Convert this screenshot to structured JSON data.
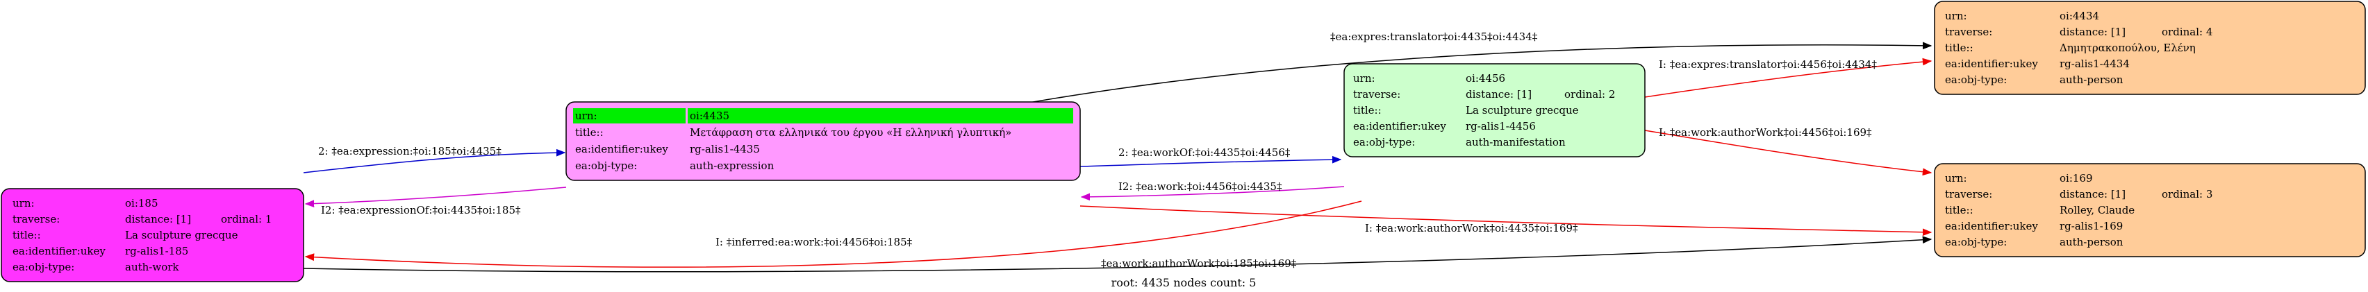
{
  "footer": "root: 4435 nodes count: 5",
  "colors": {
    "work": "#ff33ff",
    "expression": "#ff99ff",
    "manifestation": "#ccffcc",
    "person": "#ffcc99",
    "root_highlight": "#00ee00",
    "edge_blue": "#0000cc",
    "edge_magenta": "#cc00cc",
    "edge_red": "#ee0000",
    "edge_black": "#000000"
  },
  "nodes": {
    "n185": {
      "rows": [
        {
          "key": "urn:",
          "value": "oi:185"
        },
        {
          "key": "traverse:",
          "value": "distance: [1]",
          "extra": "ordinal: 1"
        },
        {
          "key": "title::",
          "value": "La sculpture grecque"
        },
        {
          "key": "ea:identifier:ukey",
          "value": "rg-alis1-185"
        },
        {
          "key": "ea:obj-type:",
          "value": "auth-work"
        }
      ]
    },
    "n4435": {
      "rows": [
        {
          "key": "urn:",
          "value": "oi:4435"
        },
        {
          "key": "title::",
          "value": "Μετάφραση στα ελληνικά του έργου «Η ελληνική γλυπτική»"
        },
        {
          "key": "ea:identifier:ukey",
          "value": "rg-alis1-4435"
        },
        {
          "key": "ea:obj-type:",
          "value": "auth-expression"
        }
      ]
    },
    "n4456": {
      "rows": [
        {
          "key": "urn:",
          "value": "oi:4456"
        },
        {
          "key": "traverse:",
          "value": "distance: [1]",
          "extra": "ordinal: 2"
        },
        {
          "key": "title::",
          "value": "La sculpture grecque"
        },
        {
          "key": "ea:identifier:ukey",
          "value": "rg-alis1-4456"
        },
        {
          "key": "ea:obj-type:",
          "value": "auth-manifestation"
        }
      ]
    },
    "n4434": {
      "rows": [
        {
          "key": "urn:",
          "value": "oi:4434"
        },
        {
          "key": "traverse:",
          "value": "distance: [1]",
          "extra": "ordinal: 4"
        },
        {
          "key": "title::",
          "value": "Δημητρακοπούλου, Ελένη"
        },
        {
          "key": "ea:identifier:ukey",
          "value": "rg-alis1-4434"
        },
        {
          "key": "ea:obj-type:",
          "value": "auth-person"
        }
      ]
    },
    "n169": {
      "rows": [
        {
          "key": "urn:",
          "value": "oi:169"
        },
        {
          "key": "traverse:",
          "value": "distance: [1]",
          "extra": "ordinal: 3"
        },
        {
          "key": "title::",
          "value": "Rolley, Claude"
        },
        {
          "key": "ea:identifier:ukey",
          "value": "rg-alis1-169"
        },
        {
          "key": "ea:obj-type:",
          "value": "auth-person"
        }
      ]
    }
  },
  "edges": {
    "expression": "2: ‡ea:expression:‡oi:185‡oi:4435‡",
    "expressionOf": "I2: ‡ea:expressionOf:‡oi:4435‡oi:185‡",
    "workOf": "2: ‡ea:workOf:‡oi:4435‡oi:4456‡",
    "work4456": "I2: ‡ea:work:‡oi:4456‡oi:4435‡",
    "expresTranslator4435": "‡ea:expres:translator‡oi:4435‡oi:4434‡",
    "expresTranslator4456": "I: ‡ea:expres:translator‡oi:4456‡oi:4434‡",
    "authorWork4456": "I: ‡ea:work:authorWork‡oi:4456‡oi:169‡",
    "authorWork4435": "I: ‡ea:work:authorWork‡oi:4435‡oi:169‡",
    "inferredWork": "I: ‡inferred:ea:work:‡oi:4456‡oi:185‡",
    "authorWork185": "‡ea:work:authorWork‡oi:185‡oi:169‡"
  }
}
